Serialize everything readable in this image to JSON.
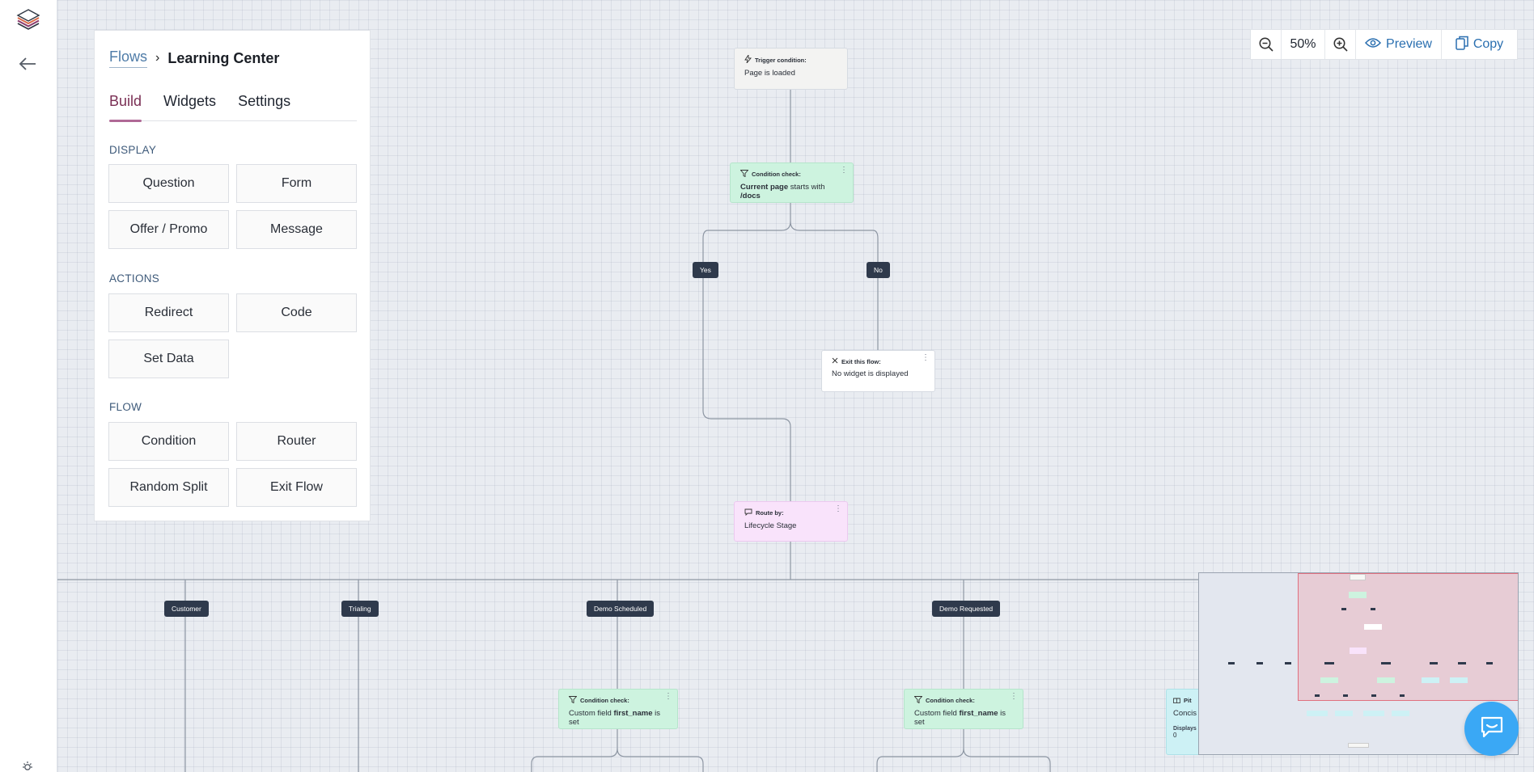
{
  "panel": {
    "breadcrumb": {
      "root": "Flows",
      "separator": "›",
      "current": "Learning Center"
    },
    "tabs": [
      {
        "label": "Build",
        "active": true
      },
      {
        "label": "Widgets",
        "active": false
      },
      {
        "label": "Settings",
        "active": false
      }
    ],
    "sections": {
      "display": {
        "title": "DISPLAY",
        "items": [
          "Question",
          "Form",
          "Offer / Promo",
          "Message"
        ]
      },
      "actions": {
        "title": "ACTIONS",
        "items": [
          "Redirect",
          "Code",
          "Set Data"
        ]
      },
      "flow": {
        "title": "FLOW",
        "items": [
          "Condition",
          "Router",
          "Random Split",
          "Exit Flow"
        ]
      }
    }
  },
  "toolbar": {
    "zoom_level": "50%",
    "preview_label": "Preview",
    "copy_label": "Copy"
  },
  "flow": {
    "trigger": {
      "heading": "Trigger condition:",
      "text": "Page is loaded"
    },
    "condition1": {
      "heading": "Condition check:",
      "bold1": "Current page",
      "mid": " starts with ",
      "bold2": "/docs"
    },
    "branch_yes": "Yes",
    "branch_no": "No",
    "exit": {
      "heading": "Exit this flow:",
      "text": "No widget is displayed"
    },
    "router": {
      "heading": "Route by:",
      "text": "Lifecycle Stage"
    },
    "routes": [
      "Customer",
      "Trialing",
      "Demo Scheduled",
      "Demo Requested"
    ],
    "condition2": {
      "heading": "Condition check:",
      "pre": "Custom field ",
      "bold": "first_name",
      "post": " is set"
    },
    "condition3": {
      "heading": "Condition check:",
      "pre": "Custom field ",
      "bold": "first_name",
      "post": " is set"
    },
    "partial_node": {
      "heading": "Pit",
      "text": "Concis",
      "stat_label": "Displays",
      "stat_value": "0"
    }
  },
  "colors": {
    "accent": "#7a2f54",
    "link": "#2a6fb0",
    "condition_bg": "#cdf3df",
    "router_bg": "#f9e3fb",
    "pill_bg": "#2f3a4c",
    "chat_bubble": "#3aa8f5"
  },
  "icons": [
    "logo-icon",
    "back-arrow-icon",
    "theme-toggle-icon",
    "zoom-out-icon",
    "zoom-in-icon",
    "eye-icon",
    "copy-icon",
    "lightning-icon",
    "filter-icon",
    "close-icon",
    "chat-icon",
    "gift-icon",
    "kebab-menu-icon"
  ]
}
